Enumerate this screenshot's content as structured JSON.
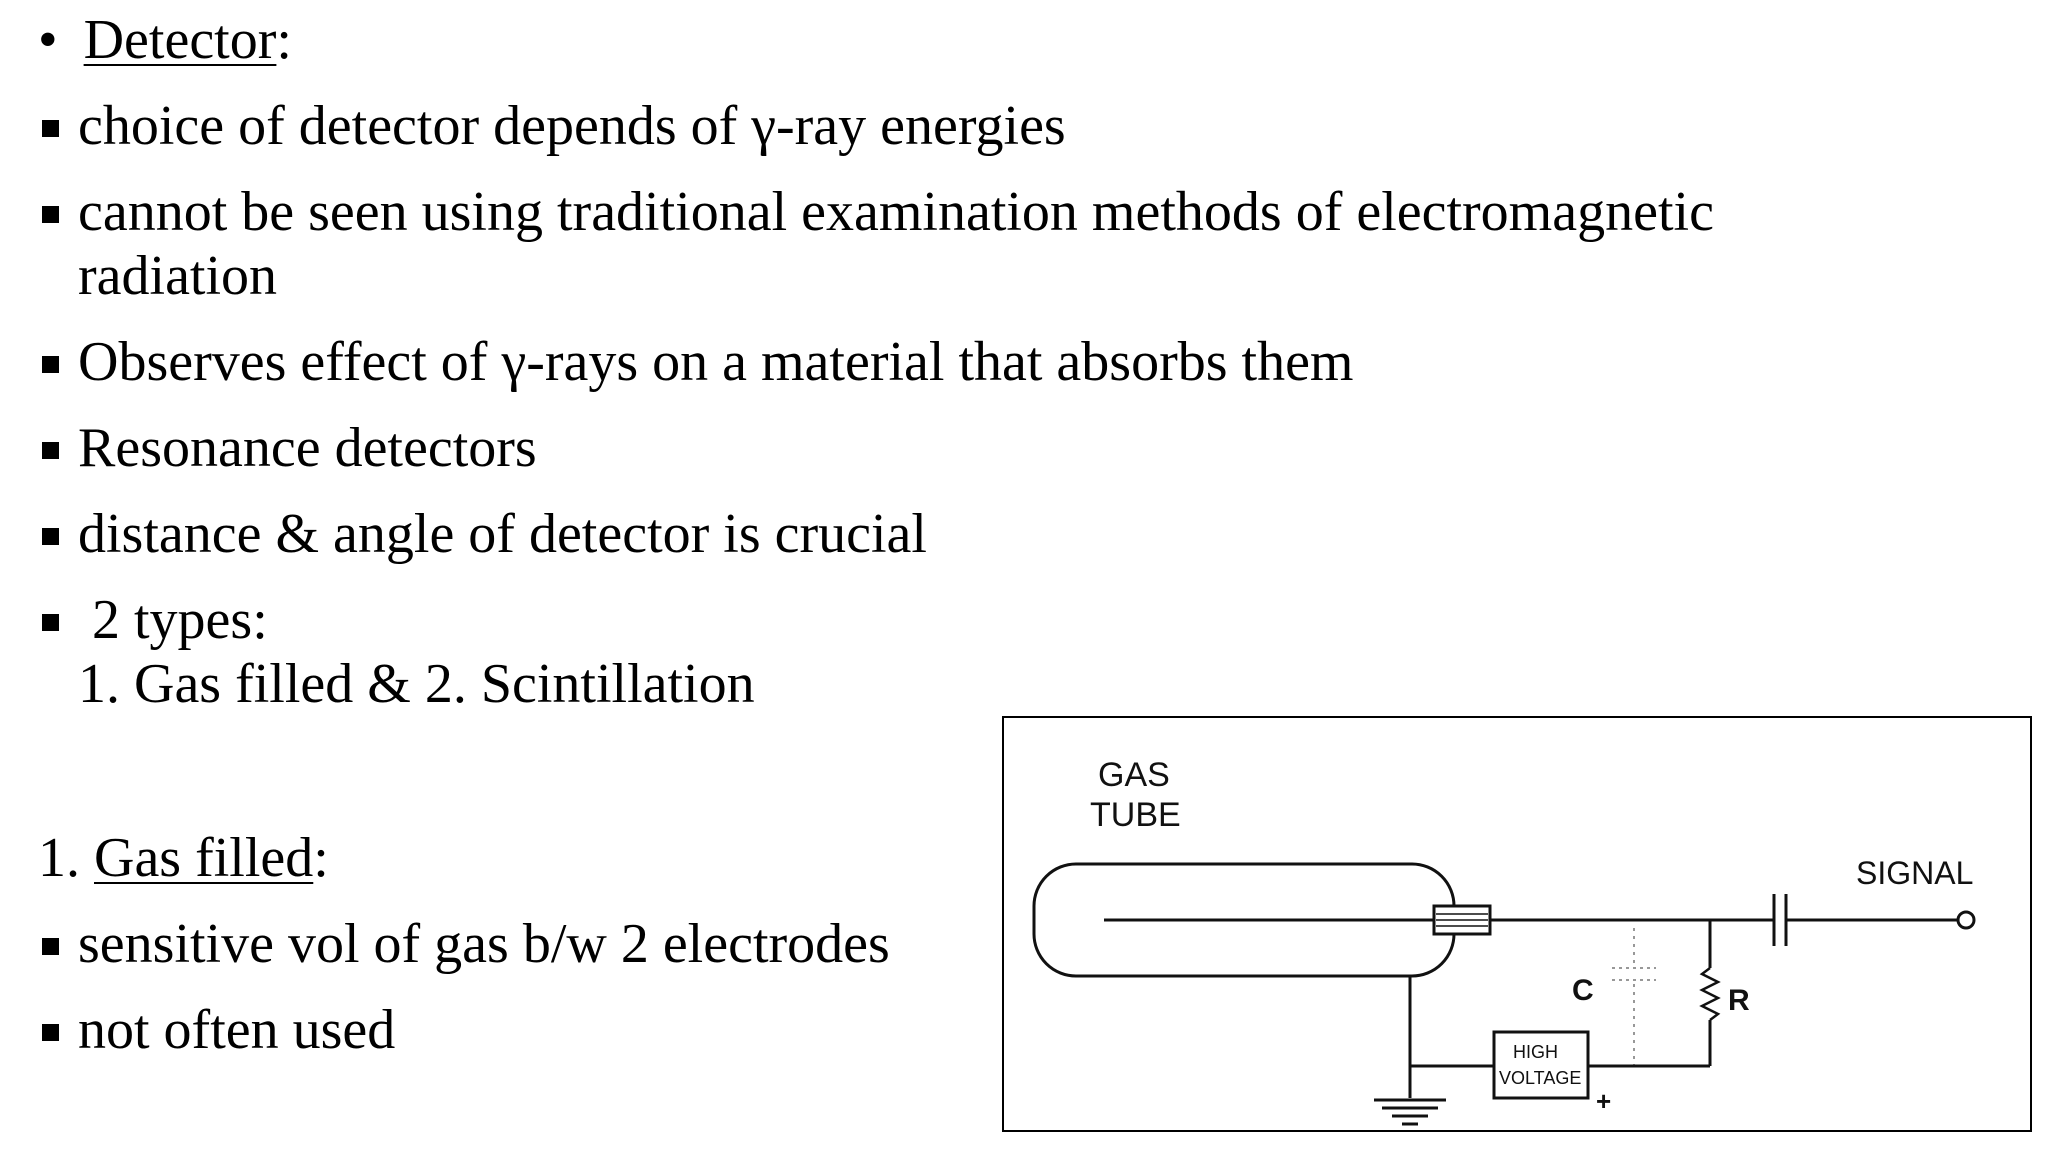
{
  "heading": {
    "bullet": "•",
    "title": "Detector",
    "colon": ":"
  },
  "bullets": [
    "choice of detector depends of γ-ray energies",
    "cannot be seen using traditional examination methods of electromagnetic",
    "radiation",
    "Observes effect of γ-rays on a material that absorbs them",
    "Resonance detectors",
    "distance & angle of detector is crucial",
    "2 types:",
    "1. Gas filled & 2. Scintillation"
  ],
  "gas_section": {
    "number": "1.",
    "title": "Gas filled",
    "colon": ":",
    "bullets": [
      "sensitive vol of gas b/w 2 electrodes",
      "not often used"
    ]
  },
  "diagram": {
    "label_gas": "GAS",
    "label_tube": "TUBE",
    "label_signal": "SIGNAL",
    "label_c": "C",
    "label_r": "R",
    "label_high": "HIGH",
    "label_voltage": "VOLTAGE",
    "label_plus": "+"
  }
}
